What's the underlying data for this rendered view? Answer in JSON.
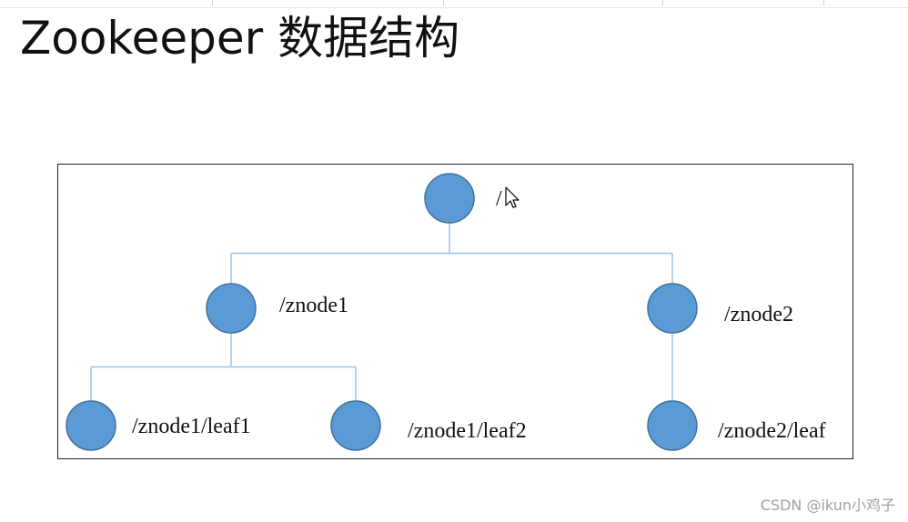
{
  "title": "Zookeeper 数据结构",
  "tree": {
    "nodes": [
      {
        "id": "root",
        "label": "/"
      },
      {
        "id": "znode1",
        "label": "/znode1"
      },
      {
        "id": "znode2",
        "label": "/znode2"
      },
      {
        "id": "leaf1",
        "label": "/znode1/leaf1"
      },
      {
        "id": "leaf2",
        "label": "/znode1/leaf2"
      },
      {
        "id": "leaf3",
        "label": "/znode2/leaf"
      }
    ],
    "edges": [
      [
        "root",
        "znode1"
      ],
      [
        "root",
        "znode2"
      ],
      [
        "znode1",
        "leaf1"
      ],
      [
        "znode1",
        "leaf2"
      ],
      [
        "znode2",
        "leaf3"
      ]
    ]
  },
  "colors": {
    "node_fill": "#5b9bd5",
    "node_stroke": "#41719c",
    "edge": "#9dc3e6"
  },
  "watermark": "CSDN @ikun小鸡子"
}
